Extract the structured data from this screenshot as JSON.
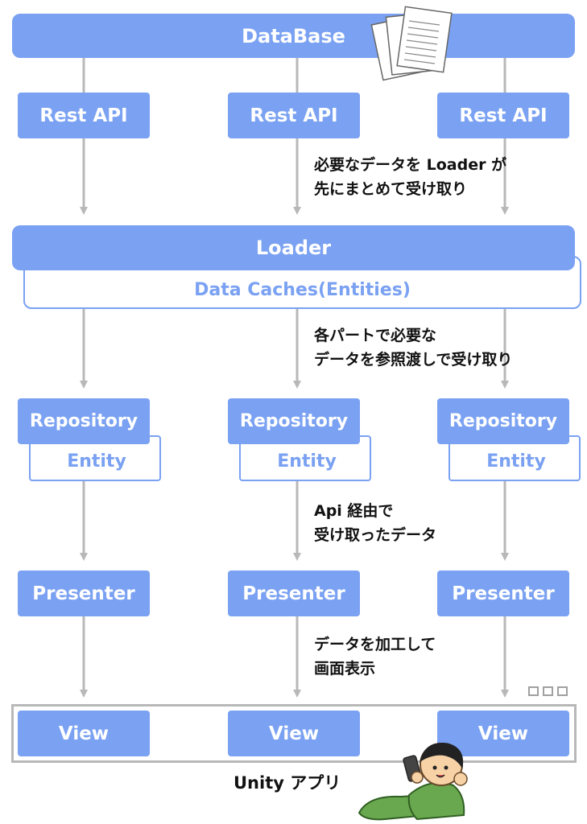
{
  "database": {
    "label": "DataBase"
  },
  "rest_apis": [
    {
      "label": "Rest API"
    },
    {
      "label": "Rest API"
    },
    {
      "label": "Rest API"
    }
  ],
  "loader": {
    "label": "Loader",
    "caches_label": "Data Caches(Entities)"
  },
  "repositories": [
    {
      "label": "Repository",
      "entity_label": "Entity"
    },
    {
      "label": "Repository",
      "entity_label": "Entity"
    },
    {
      "label": "Repository",
      "entity_label": "Entity"
    }
  ],
  "presenters": [
    {
      "label": "Presenter"
    },
    {
      "label": "Presenter"
    },
    {
      "label": "Presenter"
    }
  ],
  "views": [
    {
      "label": "View"
    },
    {
      "label": "View"
    },
    {
      "label": "View"
    }
  ],
  "app": {
    "label": "Unity アプリ"
  },
  "annotations": {
    "loader_note": [
      "必要なデータを Loader が",
      "先にまとめて受け取り"
    ],
    "repository_note": [
      "各パートで必要な",
      "データを参照渡しで受け取り"
    ],
    "presenter_note": [
      "Api 経由で",
      "受け取ったデータ"
    ],
    "view_note": [
      "データを加工して",
      "画面表示"
    ]
  },
  "colors": {
    "primary": "#7aa1f2",
    "arrow": "#b8b8b8",
    "frame": "#b8b8b8",
    "text": "#111111"
  },
  "icons": [
    "document-stack-icon",
    "window-buttons-icon",
    "person-with-phone-illustration"
  ]
}
